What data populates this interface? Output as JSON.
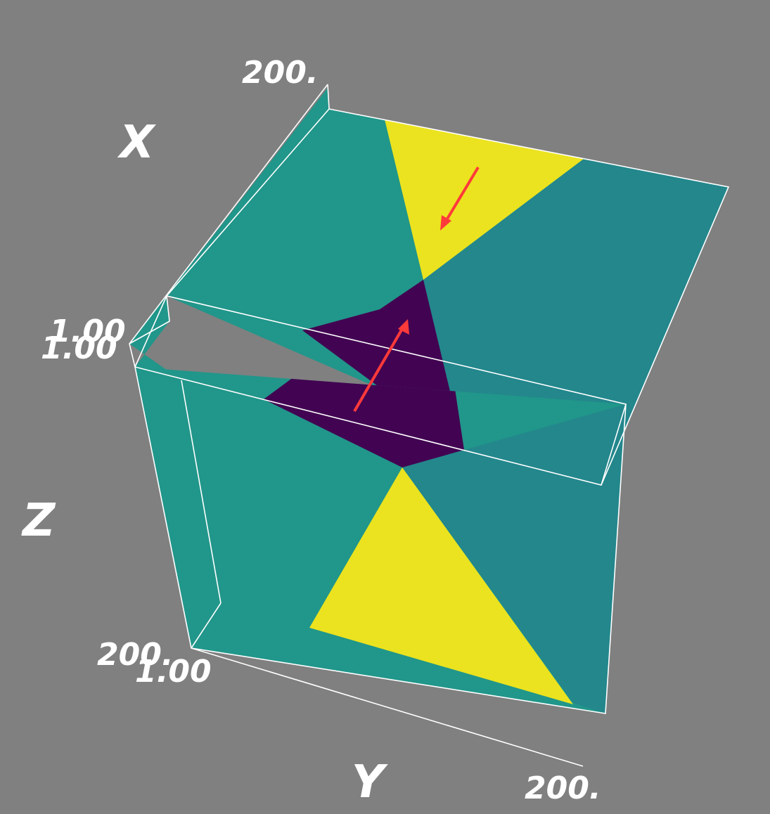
{
  "axes": {
    "x": {
      "title": "X",
      "min_label": "1.00",
      "max_label": "200."
    },
    "y": {
      "title": "Y",
      "min_label": "1.00",
      "max_label": "200."
    },
    "z": {
      "title": "Z",
      "min_label": "1.00",
      "max_label": "200."
    }
  },
  "colors": {
    "background": "#808080",
    "teal_light": "#21968a",
    "teal_dark": "#23878c",
    "yellow": "#ebe31f",
    "purple": "#420452",
    "arrow": "#ff3a3a",
    "edge": "#ffffff"
  }
}
